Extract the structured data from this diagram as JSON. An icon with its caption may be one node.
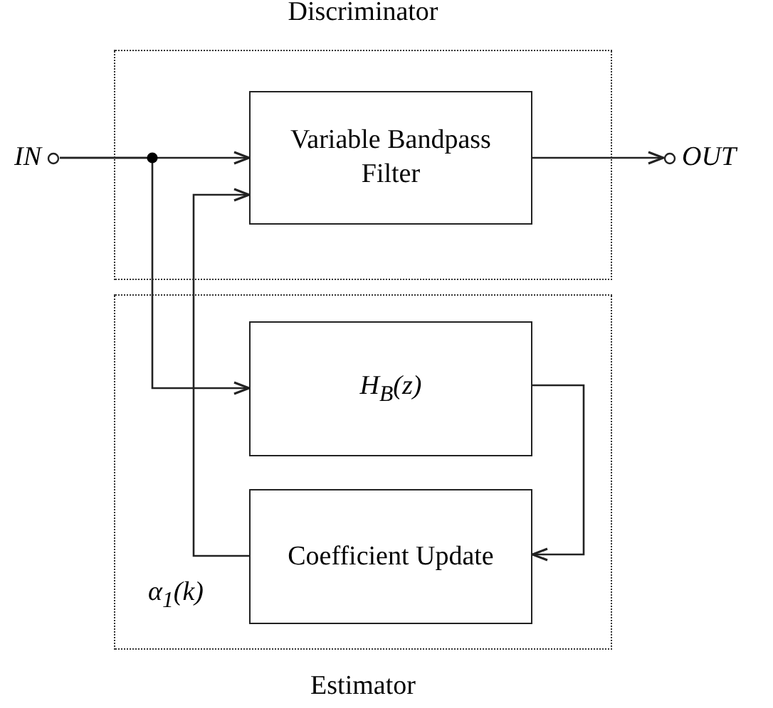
{
  "diagram": {
    "nodes": [
      {
        "text": [
          "Discriminator"
        ]
      },
      {
        "text": [
          "Variable Bandpass Filter"
        ],
        "in": 0
      },
      {
        "text": [
          "Estimator"
        ]
      },
      {
        "text": [
          "H$_{B}$(z)"
        ],
        "in": 2
      },
      {
        "text": [
          "Coefficient Update"
        ],
        "in": 2
      },
      {
        "text": [
          "IN"
        ]
      },
      {
        "text": [
          "OUT"
        ]
      }
    ],
    "edges": [
      {
        "from": 5,
        "to": 1,
        "arrow": "to"
      },
      {
        "from": 5,
        "to": 3,
        "arrow": "to"
      },
      {
        "from": 1,
        "to": 6,
        "arrow": "to"
      },
      {
        "from": 3,
        "to": 4,
        "arrow": "to"
      },
      {
        "from": 4,
        "to": 1,
        "arrow": "to"
      }
    ],
    "labels": [
      "α$_{1}$(k)"
    ]
  }
}
